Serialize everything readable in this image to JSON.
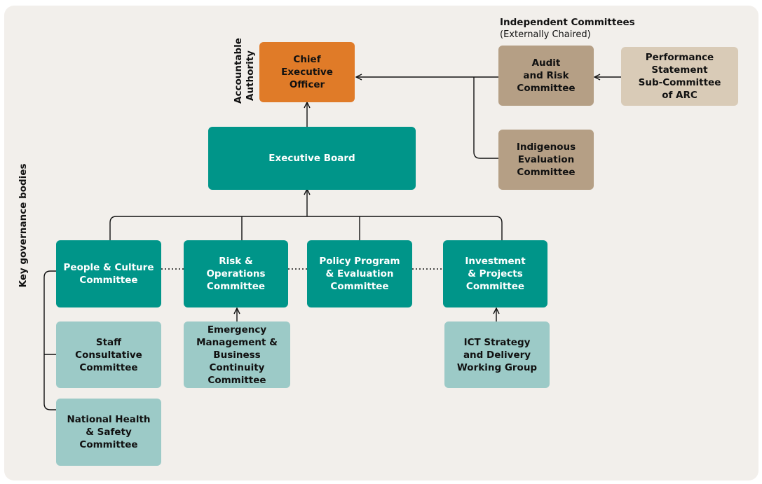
{
  "side_labels": {
    "key_governance": "Key governance bodies",
    "accountable": "Accountable\nAuthority"
  },
  "independent": {
    "title": "Independent Committees",
    "subtitle": "(Externally Chaired)"
  },
  "boxes": {
    "ceo": "Chief\nExecutive\nOfficer",
    "board": "Executive Board",
    "audit": "Audit\nand Risk\nCommittee",
    "performance": "Performance\nStatement\nSub-Committee\nof ARC",
    "indigenous": "Indigenous\nEvaluation\nCommittee",
    "people": "People & Culture\nCommittee",
    "risk": "Risk & Operations\nCommittee",
    "policy": "Policy Program\n& Evaluation\nCommittee",
    "investment": "Investment\n& Projects\nCommittee",
    "staff": "Staff\nConsultative\nCommittee",
    "health": "National Health\n& Safety\nCommittee",
    "emergency": "Emergency\nManagement &\nBusiness Continuity\nCommittee",
    "ict": "ICT Strategy\nand Delivery\nWorking Group"
  },
  "colors": {
    "teal": "#009589",
    "light_teal": "#9ccac7",
    "orange": "#e07b28",
    "tan": "#b59f85",
    "light_tan": "#d9cbb7",
    "background": "#f2efeb"
  }
}
